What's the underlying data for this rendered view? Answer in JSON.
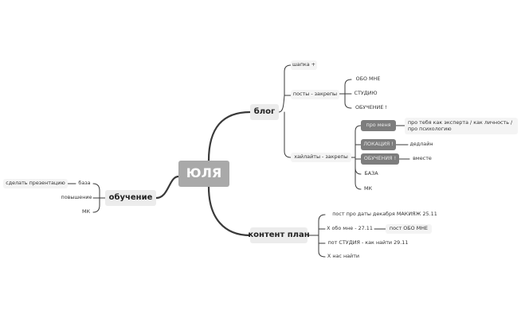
{
  "root": "ЮЛЯ",
  "branches": {
    "blog": {
      "label": "блог",
      "shapka": "шапка +",
      "posts": {
        "label": "посты - закрепы",
        "items": [
          "ОБО МНЕ",
          "СТУДИЮ",
          "ОБУЧЕНИЕ !"
        ]
      },
      "highlights": {
        "label": "хайлайты - закрепы",
        "items": [
          "про меня",
          "ЛОКАЦИЯ !",
          "ОБУЧЕНИЯ !",
          "БАЗА",
          "МК"
        ],
        "pro_menya_note": "про тебя как эксперта / как личность / про психологию",
        "lokaciya_note": "дедлайн",
        "obucheniya_note": "вместе"
      }
    },
    "content_plan": {
      "label": "контент план",
      "items": [
        "пост про даты декабря МАКИЯЖ 25.11",
        "Х обо мне - 27.11",
        "пот СТУДИЯ - как найти 29.11",
        "Х нас найти"
      ],
      "obo_mne_note": "пост ОБО МНЕ"
    },
    "obuchenie": {
      "label": "обучение",
      "items": [
        "база",
        "повышение",
        "МК"
      ],
      "baza_note": "сделать презентацию"
    }
  },
  "colors": {
    "line": "#3a3a3a",
    "root_fill": "#a9a9a9",
    "main_fill": "#ececec",
    "sub_fill": "#f4f4f4",
    "dark_fill": "#7d7d7d"
  }
}
